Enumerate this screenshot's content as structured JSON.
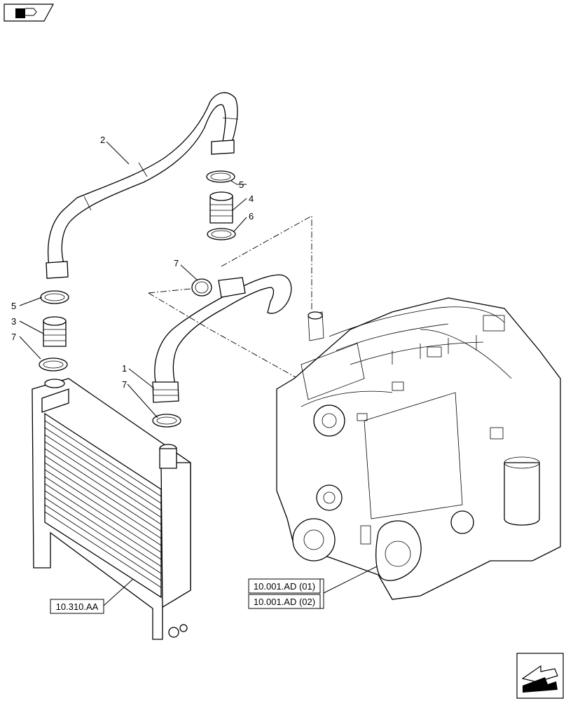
{
  "callouts": {
    "c1": "1",
    "c2": "2",
    "c3": "3",
    "c4": "4",
    "c5a": "5",
    "c5b": "5",
    "c6": "6",
    "c7a": "7",
    "c7b": "7",
    "c7c": "7"
  },
  "refs": {
    "radiator": "10.310.AA",
    "engine_1": "10.001.AD (01)",
    "engine_2": "10.001.AD (02)"
  },
  "icons": {
    "top_left": "book-pointer-icon",
    "bottom_right": "next-page-arrow-icon"
  }
}
